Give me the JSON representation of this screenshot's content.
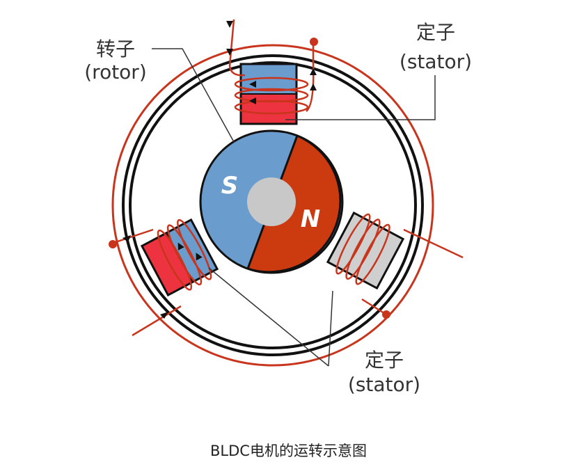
{
  "labels": {
    "rotor_cn": "转子",
    "rotor_en": "(rotor)",
    "stator_top_cn": "定子",
    "stator_top_en": "(stator)",
    "stator_bottom_cn": "定子",
    "stator_bottom_en": "(stator)",
    "pole_s": "S",
    "pole_n": "N"
  },
  "caption": "BLDC电机的运转示意图",
  "colors": {
    "wire": "#c8341c",
    "rotor_south": "#6a9ccd",
    "rotor_north": "#cc3a10",
    "magnet_blue": "#6a9ccd",
    "magnet_red": "#ee3340",
    "stator_idle": "#cfcfcf",
    "hub": "#c8c8c8",
    "ring": "#111111"
  }
}
